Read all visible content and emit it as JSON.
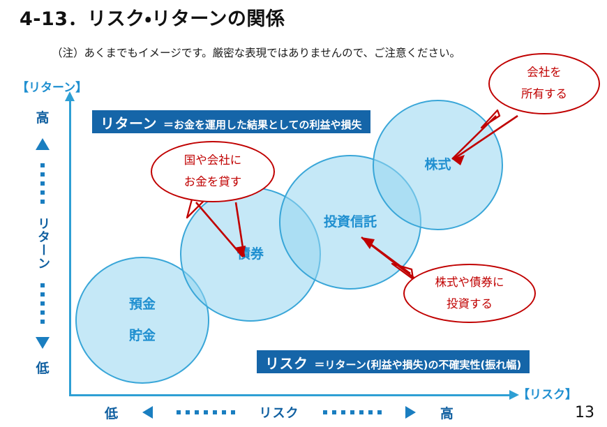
{
  "slide": {
    "title": "4-13．リスク・リターンの関係",
    "note": "（注）あくまでもイメージです。厳密な表現ではありませんので、ご注意ください。",
    "page_number": "13"
  },
  "axes": {
    "y_caption": "【リターン】",
    "x_caption": "【リスク】",
    "y_high": "高",
    "y_low": "低",
    "y_word": "リターン",
    "x_low": "低",
    "x_high": "高",
    "x_word": "リスク"
  },
  "definitions": {
    "return": {
      "term": "リターン",
      "desc": "＝お金を運用した結果としての利益や損失"
    },
    "risk": {
      "term": "リスク",
      "desc": "＝リターン(利益や損失)の不確実性(振れ幅)"
    }
  },
  "assets": [
    {
      "id": "deposit",
      "lines": [
        "預金",
        "貯金"
      ]
    },
    {
      "id": "bond",
      "lines": [
        "債券"
      ]
    },
    {
      "id": "trust",
      "lines": [
        "投資信託"
      ]
    },
    {
      "id": "stock",
      "lines": [
        "株式"
      ]
    }
  ],
  "callouts": [
    {
      "id": "own",
      "lines": [
        "会社を",
        "所有する"
      ]
    },
    {
      "id": "lend",
      "lines": [
        "国や会社に",
        "お金を貸す"
      ]
    },
    {
      "id": "invest",
      "lines": [
        "株式や債券に",
        "投資する"
      ]
    }
  ],
  "colors": {
    "bubble_fill": "#96d5f0",
    "bubble_stroke": "#39a6d8",
    "axis": "#2e9fd4",
    "defbox": "#1565a8",
    "callout": "#c00000",
    "label_text": "#1f8fd0"
  },
  "chart_data": {
    "type": "scatter",
    "title": "4-13．リスク・リターンの関係",
    "xlabel": "【リスク】",
    "ylabel": "【リターン】",
    "xlim": [
      0,
      100
    ],
    "ylim": [
      0,
      100
    ],
    "grid": false,
    "legend": "none",
    "annotation": "（注）あくまでもイメージです。厳密な表現ではありませんので、ご注意ください。",
    "categories": [
      "預金・貯金",
      "債券",
      "投資信託",
      "株式"
    ],
    "points": [
      {
        "label": "預金 貯金",
        "risk": 15,
        "return": 15,
        "size": 190
      },
      {
        "label": "債券",
        "risk": 38,
        "return": 40,
        "size": 198
      },
      {
        "label": "投資信託",
        "risk": 58,
        "return": 55,
        "size": 200
      },
      {
        "label": "株式",
        "risk": 80,
        "return": 78,
        "size": 187
      }
    ]
  }
}
